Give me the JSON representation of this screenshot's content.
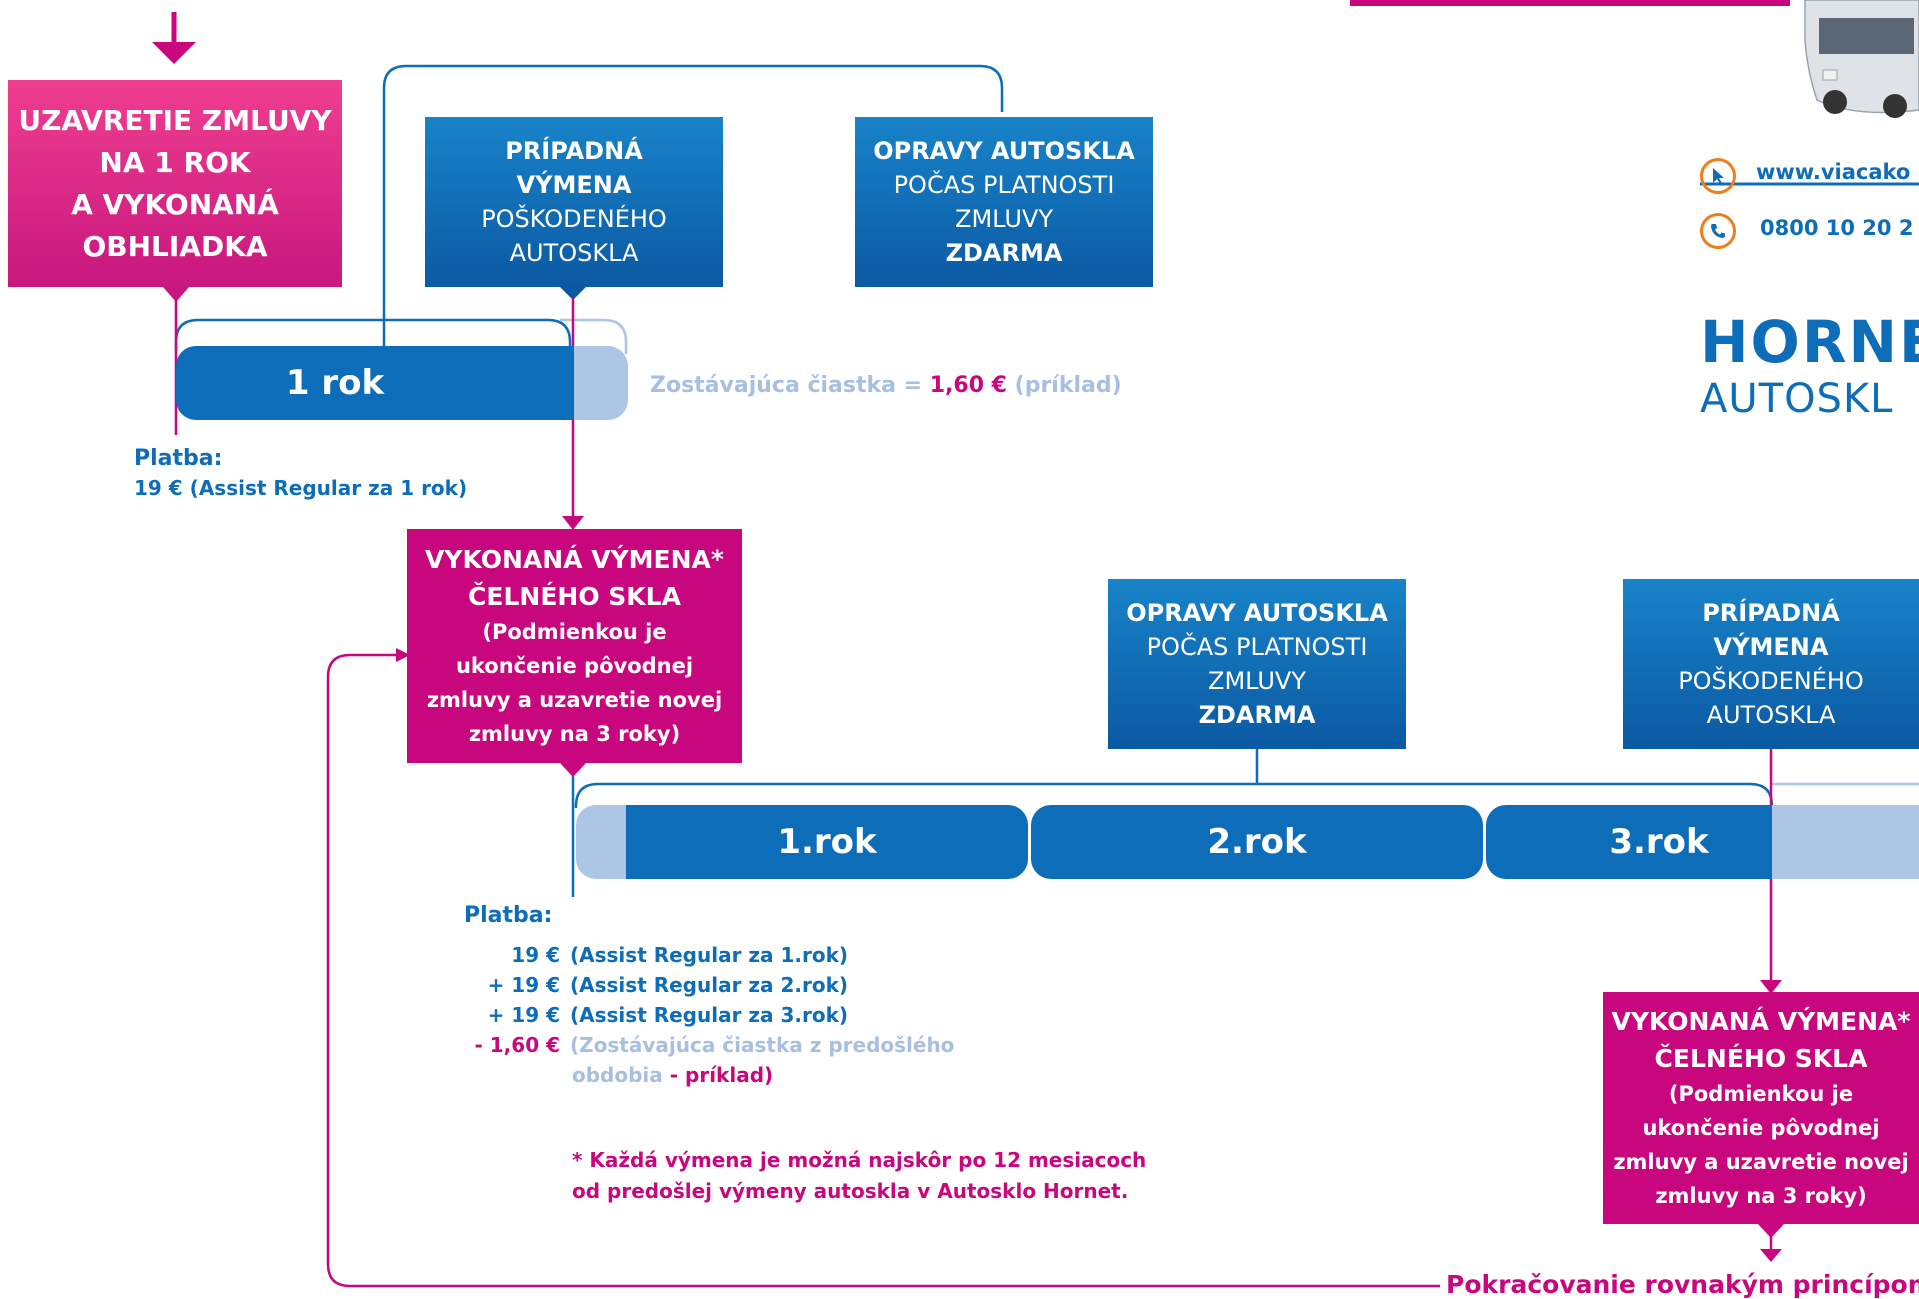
{
  "colors": {
    "magenta": "#c8077f",
    "pink": "#ef3e8f",
    "blue": "#0d6db9",
    "light_blue": "#aec6e6",
    "orange": "#ef7d1a"
  },
  "top_box": {
    "lines": [
      "UZAVRETIE ZMLUVY",
      "NA 1 ROK",
      "A VYKONANÁ",
      "OBHLIADKA"
    ]
  },
  "box_replace_1": {
    "l1": "PRÍPADNÁ",
    "l2": "VÝMENA",
    "l3": "POŠKODENÉHO",
    "l4": "AUTOSKLA"
  },
  "box_repair_1": {
    "l1": "OPRAVY AUTOSKLA",
    "l2": "POČAS PLATNOSTI",
    "l3": "ZMLUVY",
    "l4": "ZDARMA"
  },
  "bar1": {
    "label": "1 rok"
  },
  "remaining": {
    "prefix": "Zostávajúca čiastka = ",
    "amount": "1,60 €",
    "suffix": " (príklad)"
  },
  "payment1": {
    "title": "Platba:",
    "amount": "19 €",
    "desc": " (Assist Regular za 1 rok)"
  },
  "box_done_1": {
    "l1": "VYKONANÁ VÝMENA*",
    "l2": "ČELNÉHO SKLA",
    "l3": "(Podmienkou je",
    "l4": "ukončenie pôvodnej",
    "l5": "zmluvy a uzavretie novej",
    "l6": "zmluvy na 3 roky)"
  },
  "box_repair_2": {
    "l1": "OPRAVY AUTOSKLA",
    "l2": "POČAS PLATNOSTI",
    "l3": "ZMLUVY",
    "l4": "ZDARMA"
  },
  "box_replace_2": {
    "l1": "PRÍPADNÁ",
    "l2": "VÝMENA",
    "l3": "POŠKODENÉHO",
    "l4": "AUTOSKLA"
  },
  "bars3": {
    "y1": "1.rok",
    "y2": "2.rok",
    "y3": "3.rok"
  },
  "payment2": {
    "title": "Platba:",
    "rows": [
      {
        "amount": "19 €",
        "desc": "(Assist Regular za 1.rok)"
      },
      {
        "amount": "+ 19 €",
        "desc": "(Assist Regular za 2.rok)"
      },
      {
        "amount": "+ 19 €",
        "desc": "(Assist Regular za 3.rok)"
      },
      {
        "amount": "- 1,60 €",
        "desc_a": "(Zostávajúca čiastka z predošlého",
        "desc_b1": "obdobia",
        "desc_b2": " - príklad)"
      }
    ]
  },
  "footnote": {
    "l1": "* Každá výmena je možná najskôr po 12 mesiacoch",
    "l2": "od predošlej výmeny autoskla v Autosklo Hornet."
  },
  "box_done_2": {
    "l1": "VYKONANÁ VÝMENA*",
    "l2": "ČELNÉHO SKLA",
    "l3": "(Podmienkou je",
    "l4": "ukončenie pôvodnej",
    "l5": "zmluvy a uzavretie novej",
    "l6": "zmluvy na 3 roky)"
  },
  "continue_text": "Pokračovanie rovnakým princípom",
  "contact": {
    "web": "www.viacako",
    "phone": "0800 10 20 2"
  },
  "brand": {
    "line1": "HORNET",
    "line2": "AUTOSKL"
  }
}
